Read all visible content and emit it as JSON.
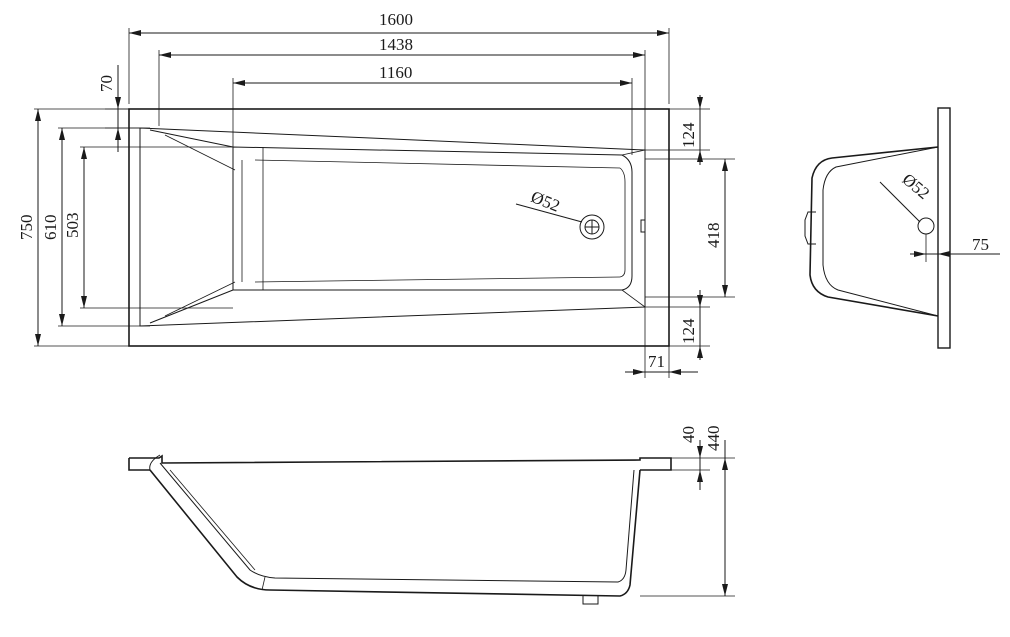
{
  "dimensions": {
    "top_width_total": "1600",
    "top_width_inner": "1438",
    "top_width_bottom": "1160",
    "left_offset": "70",
    "height_total": "750",
    "height_inner": "610",
    "height_bottom": "503",
    "right_top_margin": "124",
    "right_bottom_width": "418",
    "right_bottom_margin": "124",
    "right_edge_offset": "71",
    "drain_diameter_top": "Ø52",
    "drain_diameter_side": "Ø52",
    "side_drain_offset": "75",
    "rim_thickness": "40",
    "total_height": "440"
  }
}
